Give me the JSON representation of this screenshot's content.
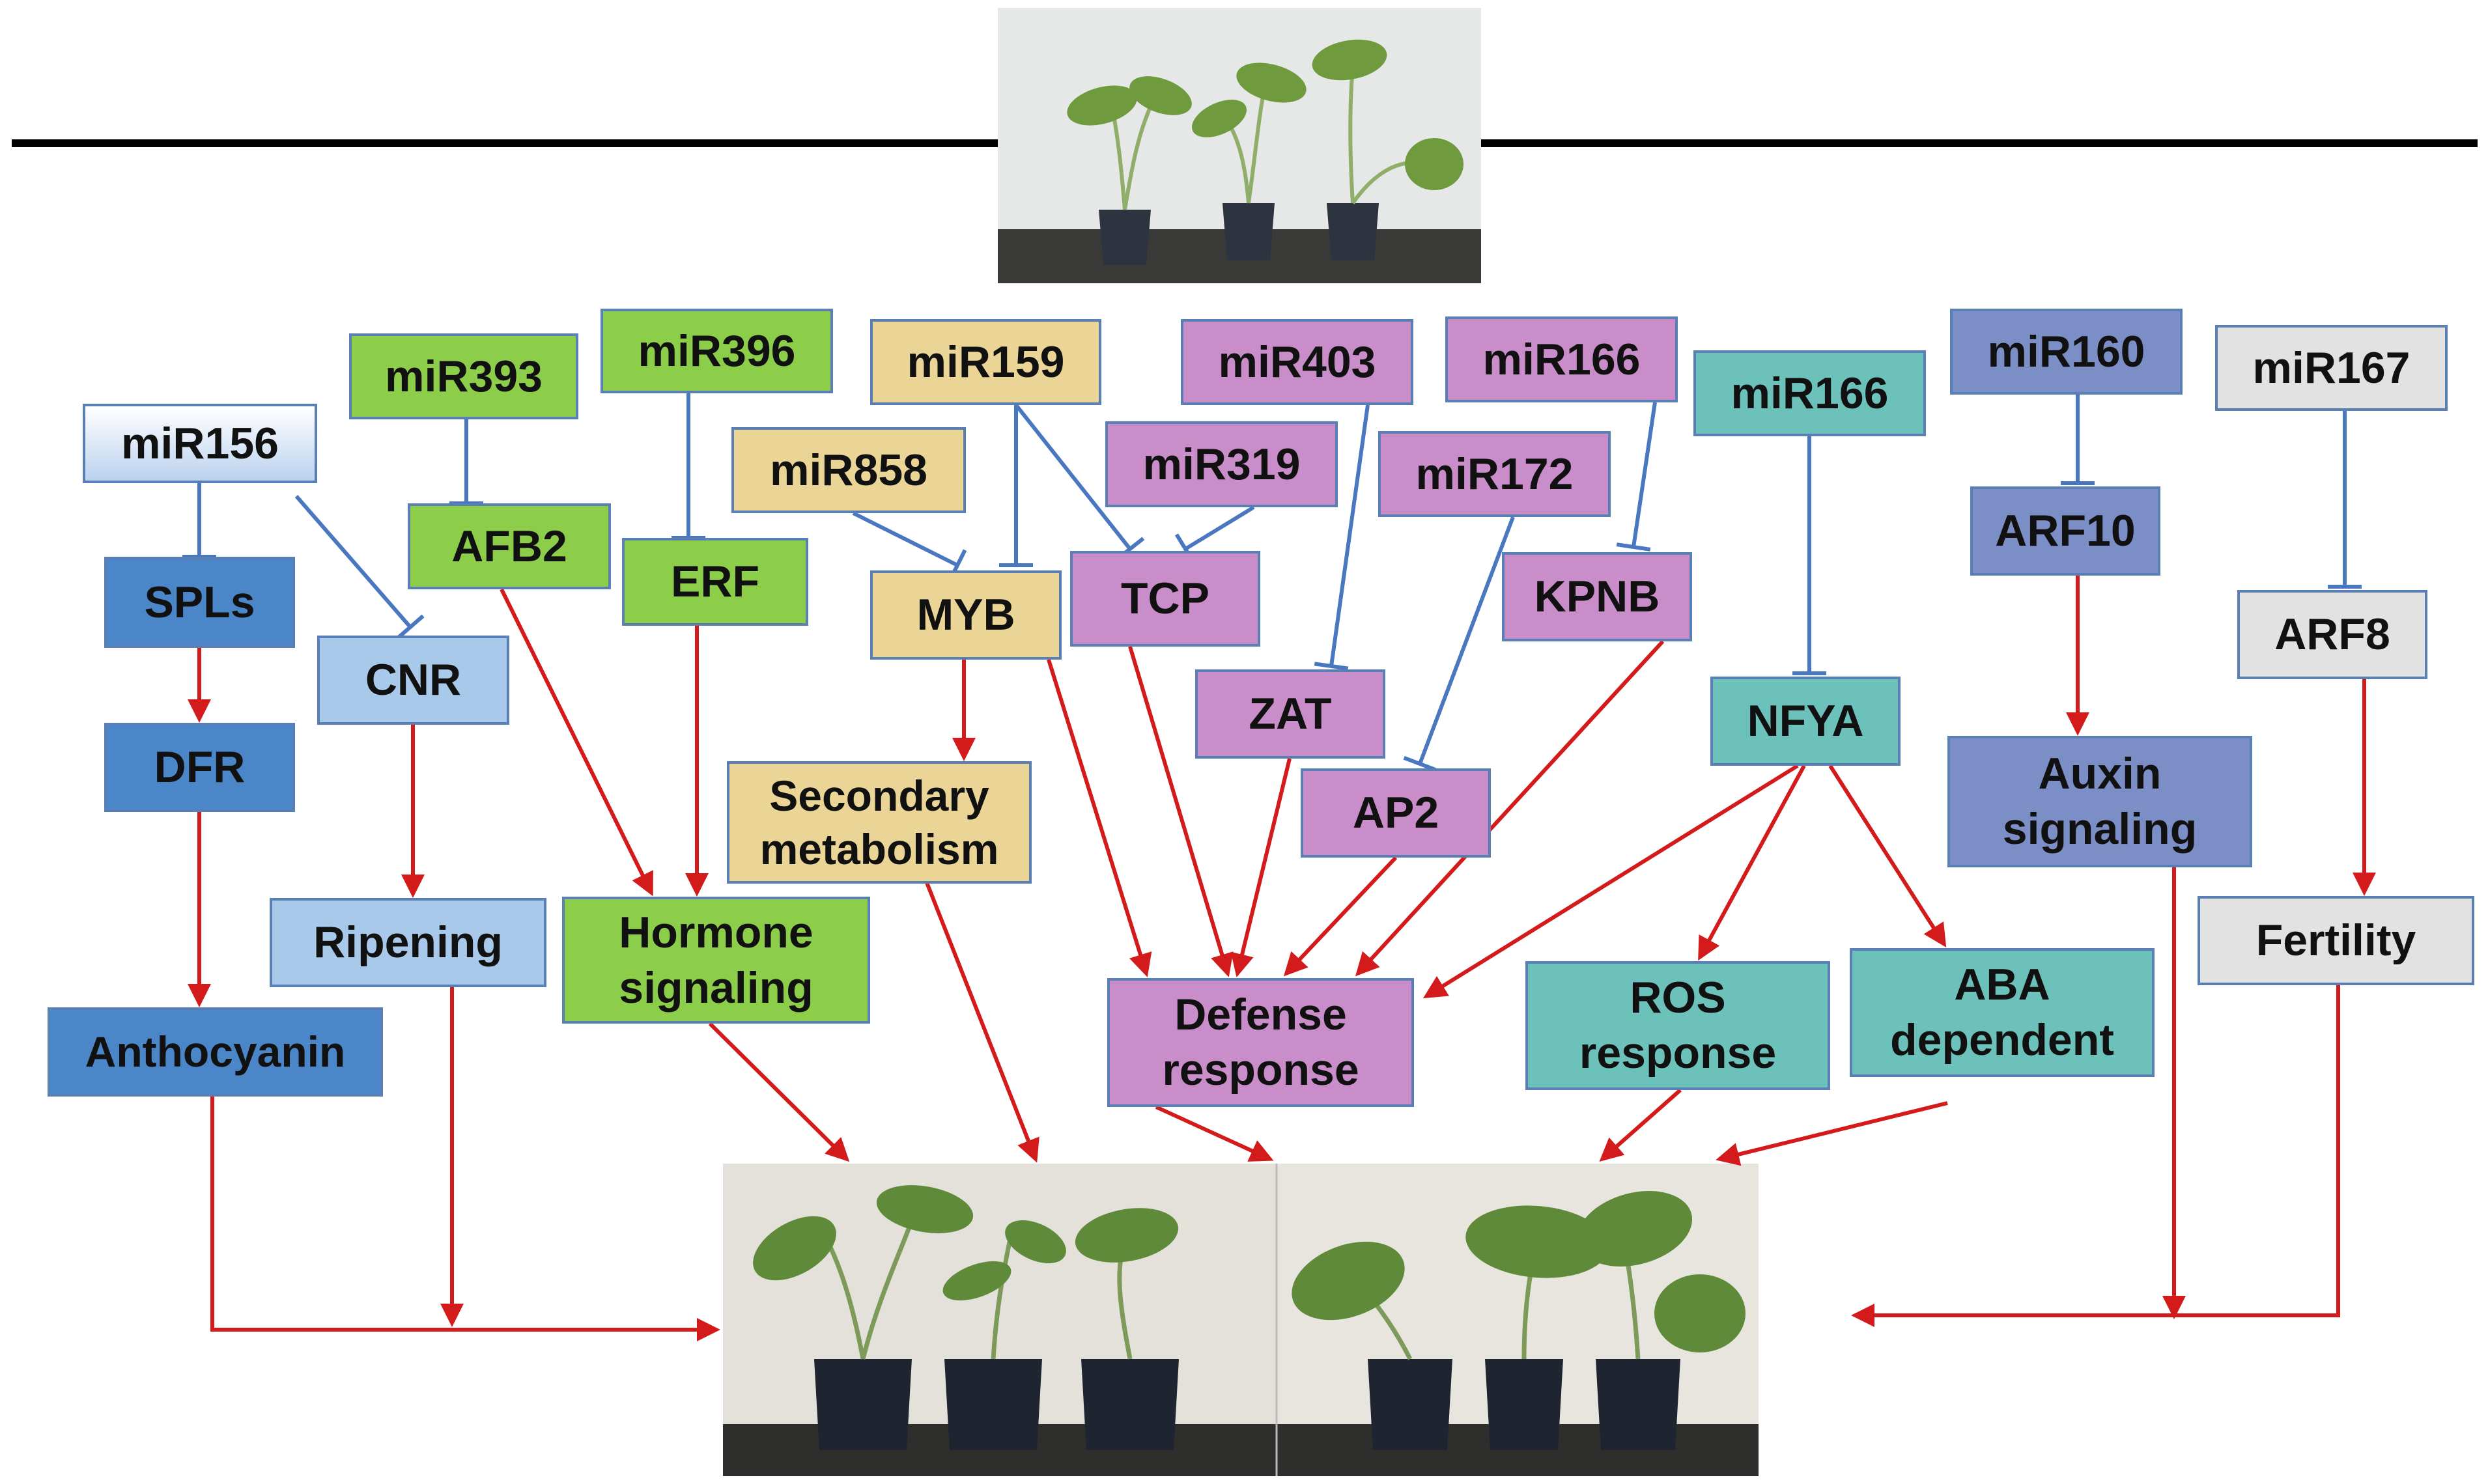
{
  "colors": {
    "blue_dark": "#4a86c8",
    "blue_light": "#a9c9ea",
    "blue_gradient_top": "#ffffff",
    "blue_gradient_bottom": "#bcd2ef",
    "green": "#8cce4a",
    "tan": "#ead596",
    "pink": "#c98dc9",
    "teal": "#6cc2bb",
    "steel": "#7b8fc6",
    "grey": "#e2e2e2",
    "inhibit_line": "#4a78c0",
    "promote_arrow": "#d41b1b",
    "border": "#5a7fb5"
  },
  "nodes": {
    "mir156": "miR156",
    "spls": "SPLs",
    "dfr": "DFR",
    "anthocyanin": "Anthocyanin",
    "cnr": "CNR",
    "ripening": "Ripening",
    "mir393": "miR393",
    "afb2": "AFB2",
    "mir396": "miR396",
    "erf": "ERF",
    "hormone": "Hormone\nsignaling",
    "mir159": "miR159",
    "mir858": "miR858",
    "myb": "MYB",
    "secondary": "Secondary\nmetabolism",
    "mir403": "miR403",
    "mir319": "miR319",
    "tcp": "TCP",
    "zat": "ZAT",
    "mir166a": "miR166",
    "mir172": "miR172",
    "kpnb": "KPNB",
    "ap2": "AP2",
    "defense": "Defense\nresponse",
    "mir166b": "miR166",
    "nfya": "NFYA",
    "ros": "ROS\nresponse",
    "aba": "ABA\ndependent",
    "mir160": "miR160",
    "arf10": "ARF10",
    "auxin": "Auxin\nsignaling",
    "mir167": "miR167",
    "arf8": "ARF8",
    "fertility": "Fertility"
  }
}
